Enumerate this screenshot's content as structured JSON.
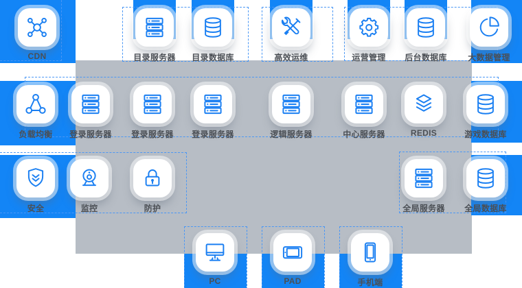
{
  "diagram": {
    "type": "cloud-architecture",
    "colors": {
      "accent_blue": "#1385f6",
      "panel_gray": "#b7bdc5",
      "dashed_outline": "#4a97f5",
      "icon_stroke": "#1a7ff2",
      "label_text": "#4b4f55",
      "card_bg": "#ffffff"
    }
  },
  "nodes": [
    {
      "label": "CDN",
      "icon": "cdn-icon"
    },
    {
      "label": "目录服务器",
      "icon": "server-icon"
    },
    {
      "label": "目录数据库",
      "icon": "database-icon"
    },
    {
      "label": "高效运维",
      "icon": "tools-icon"
    },
    {
      "label": "运营管理",
      "icon": "gear-icon"
    },
    {
      "label": "后台数据库",
      "icon": "database-icon"
    },
    {
      "label": "大数据管理",
      "icon": "pie-chart-icon"
    },
    {
      "label": "负载均衡",
      "icon": "load-balancer-icon"
    },
    {
      "label": "登录服务器",
      "icon": "server-icon"
    },
    {
      "label": "登录服务器",
      "icon": "server-icon"
    },
    {
      "label": "登录服务器",
      "icon": "server-icon"
    },
    {
      "label": "逻辑服务器",
      "icon": "server-icon"
    },
    {
      "label": "中心服务器",
      "icon": "server-icon"
    },
    {
      "label": "REDIS",
      "icon": "layers-icon"
    },
    {
      "label": "游戏数据库",
      "icon": "database-icon"
    },
    {
      "label": "安全",
      "icon": "shield-icon"
    },
    {
      "label": "监控",
      "icon": "webcam-icon"
    },
    {
      "label": "防护",
      "icon": "lock-icon"
    },
    {
      "label": "全局服务器",
      "icon": "server-icon"
    },
    {
      "label": "全局数据库",
      "icon": "database-icon"
    },
    {
      "label": "PC",
      "icon": "monitor-icon"
    },
    {
      "label": "PAD",
      "icon": "tablet-icon"
    },
    {
      "label": "手机端",
      "icon": "smartphone-icon"
    }
  ]
}
